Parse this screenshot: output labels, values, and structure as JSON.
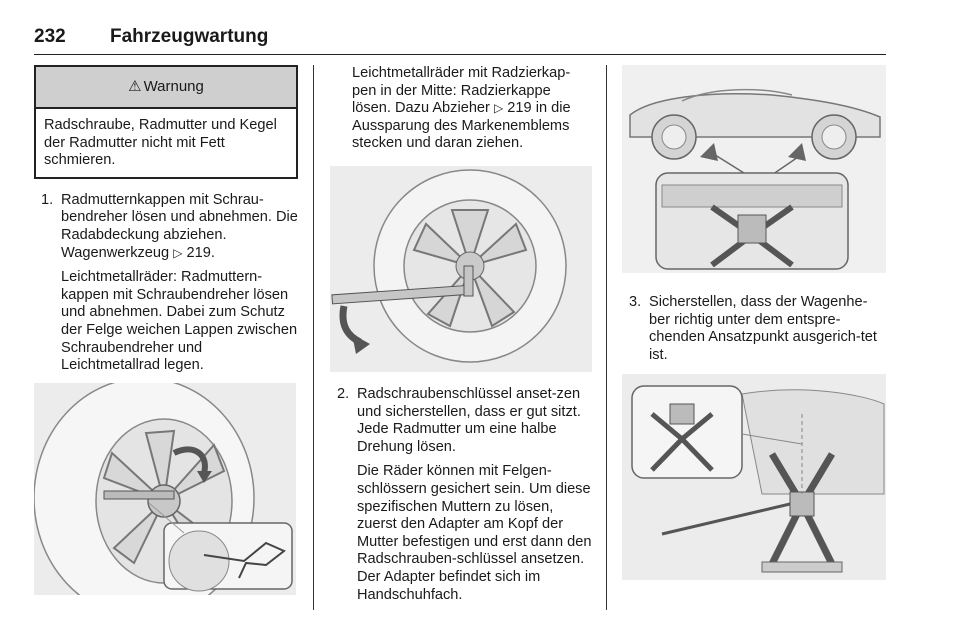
{
  "header": {
    "page_number": "232",
    "chapter": "Fahrzeugwartung"
  },
  "warning": {
    "title": "Warnung",
    "text": "Radschraube, Radmutter und Kegel der Radmutter nicht mit Fett schmieren."
  },
  "steps": [
    {
      "number": "1.",
      "text": "Radmutternkappen mit Schrau-bendreher lösen und abnehmen. Die Radabdeckung abziehen. Wagenwerkzeug",
      "ref": "219.",
      "extra": "Leichtmetallräder: Radmuttern-kappen mit Schraubendreher lösen und abnehmen. Dabei zum Schutz der Felge weichen Lappen zwischen Schraubendreher und Leichtmetallrad legen."
    },
    {
      "number": "2.",
      "text": "Radschraubenschlüssel anset-zen und sicherstellen, dass er gut sitzt. Jede Radmutter um eine halbe Drehung lösen.",
      "extra": "Die Räder können mit Felgen-schlössern gesichert sein. Um diese spezifischen Muttern zu lösen, zuerst den Adapter am Kopf der Mutter befestigen und erst dann den Radschrauben-schlüssel ansetzen. Der Adapter befindet sich im Handschuhfach."
    },
    {
      "number": "3.",
      "text": "Sicherstellen, dass der Wagenhe-ber richtig unter dem entspre-chenden Ansatzpunkt ausgerich-tet ist."
    }
  ],
  "col2_intro": {
    "text_a": "Leichtmetallräder mit Radzierkap-pen in der Mitte: Radzierkappe lösen. Dazu Abzieher",
    "ref": "219",
    "text_b": "in die Aussparung des Markenemblems stecken und daran ziehen."
  },
  "icons": {
    "warning": "warning-triangle-icon",
    "reference": "page-reference-arrow-icon"
  }
}
